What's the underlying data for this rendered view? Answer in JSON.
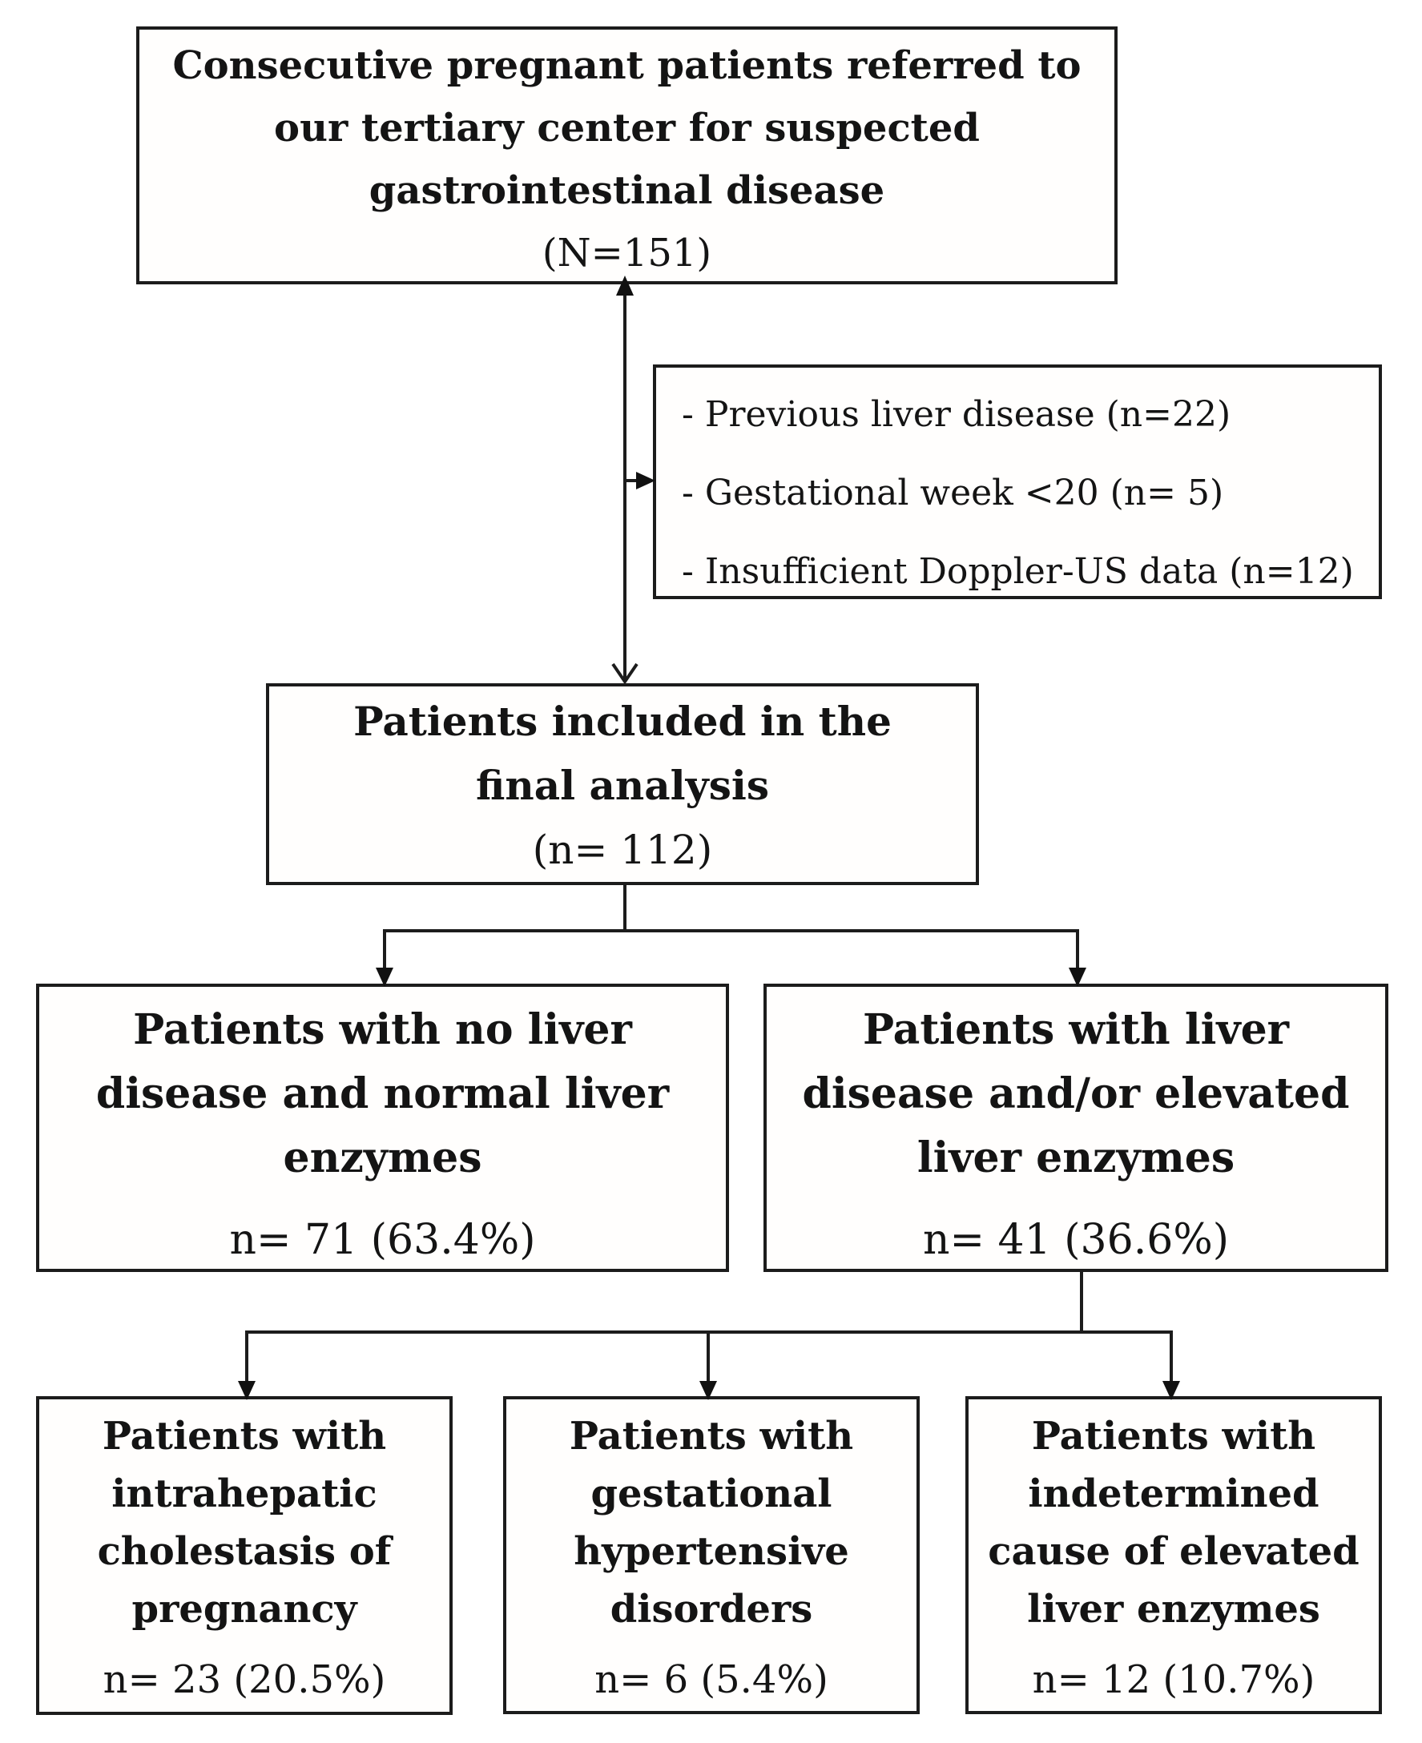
{
  "colors": {
    "ink": "#1c1c1c",
    "background": "#ffffff"
  },
  "boxes": {
    "referred": {
      "line1": "Consecutive pregnant patients referred to",
      "line2": "our tertiary center for suspected",
      "line3": "gastrointestinal disease",
      "count": "(N=151)"
    },
    "exclusions": {
      "item1": "- Previous liver disease (n=22)",
      "item2": "- Gestational week <20 (n= 5)",
      "item3": "- Insufficient Doppler-US data (n=12)"
    },
    "included": {
      "line1": "Patients included in the",
      "line2": "final analysis",
      "count": "(n= 112)"
    },
    "no_liver": {
      "line1": "Patients with no liver",
      "line2": "disease and normal liver",
      "line3": "enzymes",
      "count": "n= 71 (63.4%)"
    },
    "liver": {
      "line1": "Patients with liver",
      "line2": "disease and/or elevated",
      "line3": "liver enzymes",
      "count": "n= 41 (36.6%)"
    },
    "icp": {
      "line1": "Patients with",
      "line2": "intrahepatic",
      "line3": "cholestasis of",
      "line4": "pregnancy",
      "count": "n= 23 (20.5%)"
    },
    "ghd": {
      "line1": "Patients with",
      "line2": "gestational",
      "line3": "hypertensive",
      "line4": "disorders",
      "count": "n= 6 (5.4%)"
    },
    "indet": {
      "line1": "Patients with",
      "line2": "indetermined",
      "line3": "cause of elevated",
      "line4": "liver enzymes",
      "count": "n= 12 (10.7%)"
    }
  }
}
